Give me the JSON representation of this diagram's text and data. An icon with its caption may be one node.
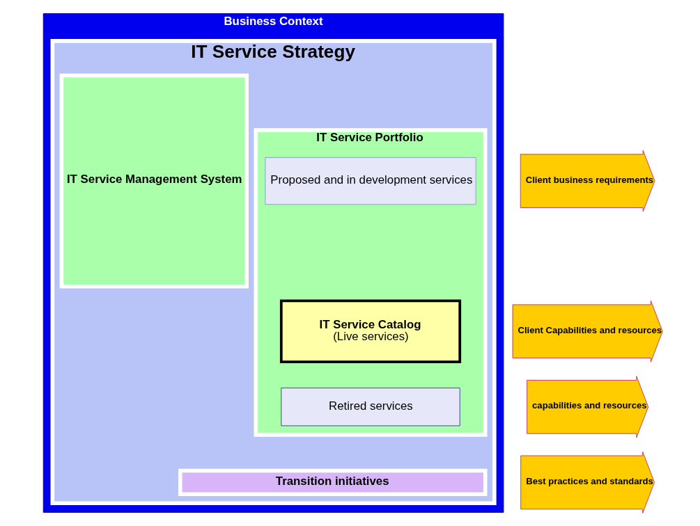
{
  "diagram": {
    "nodes": [
      {
        "text": [
          "Business Context"
        ]
      },
      {
        "text": [
          "IT Service Strategy"
        ],
        "in": 0
      },
      {
        "text": [
          "IT Service Portfolio"
        ],
        "in": 1
      },
      {
        "text": [
          "Proposed and in development services"
        ],
        "in": 2
      },
      {
        "text": [
          "IT Service Catalog",
          "(Live services)"
        ],
        "in": 2
      },
      {
        "text": [
          "Retired services"
        ],
        "in": 2
      },
      {
        "text": [
          "IT Service Management System"
        ],
        "in": 1
      },
      {
        "text": [
          "Transition initiatives"
        ],
        "in": 1
      },
      {
        "text": [
          "Client business requirements"
        ]
      },
      {
        "text": [
          "Client Capabilities and resources"
        ]
      },
      {
        "text": [
          "capabilities and resources"
        ]
      },
      {
        "text": [
          "Best practices and standards"
        ]
      }
    ]
  }
}
